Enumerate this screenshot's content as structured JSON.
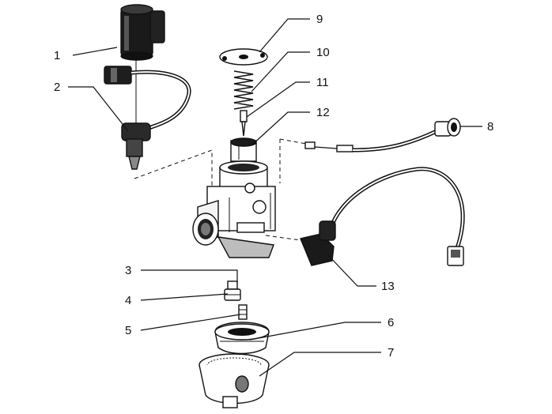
{
  "diagram": {
    "callouts": [
      "1",
      "2",
      "3",
      "4",
      "5",
      "6",
      "7",
      "8",
      "9",
      "10",
      "11",
      "12",
      "13"
    ]
  },
  "icons": [
    "solenoid-icon",
    "starter-valve-icon",
    "carburetor-body-icon",
    "idle-screw-icon",
    "main-jet-icon",
    "float-icon",
    "float-bowl-icon",
    "cable-icon",
    "cover-plate-icon",
    "spring-icon",
    "needle-icon",
    "slide-icon",
    "heater-cable-icon"
  ]
}
